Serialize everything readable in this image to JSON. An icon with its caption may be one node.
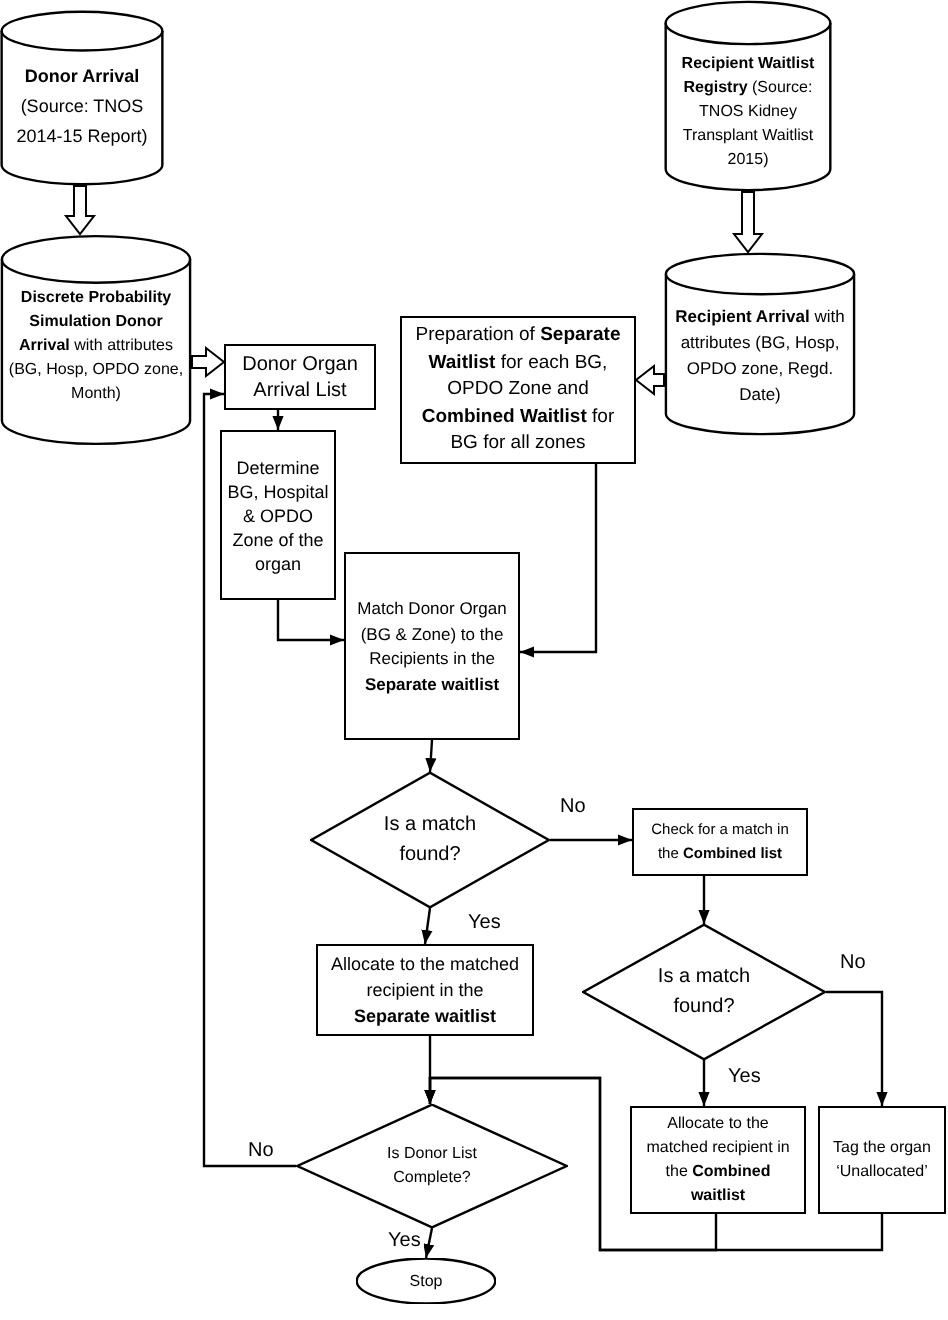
{
  "diagram": {
    "nodes": [
      {
        "text": [
          "**Donor Arrival** (Source: TNOS 2014-15 Report)"
        ]
      },
      {
        "text": [
          "**Discrete Probability Simulation Donor Arrival** with attributes (BG, Hosp, OPDO zone, Month)"
        ]
      },
      {
        "text": [
          "**Recipient Waitlist Registry** (Source: TNOS Kidney Transplant Waitlist 2015)"
        ]
      },
      {
        "text": [
          "**Recipient Arrival** with attributes (BG, Hosp, OPDO zone, Regd. Date)"
        ]
      },
      {
        "text": [
          "Preparation of **Separate Waitlist** for each BG, OPDO Zone and **Combined Waitlist** for BG for all zones"
        ]
      },
      {
        "text": [
          "Donor Organ Arrival List"
        ]
      },
      {
        "text": [
          "Determine BG, Hospital & OPDO Zone of the organ"
        ]
      },
      {
        "text": [
          "Match Donor Organ (BG & Zone) to the Recipients in the **Separate waitlist**"
        ]
      },
      {
        "text": [
          "Is a match found?"
        ]
      },
      {
        "text": [
          "Check for a match in the **Combined list**"
        ]
      },
      {
        "text": [
          "Allocate to the matched recipient in the **Separate waitlist**"
        ]
      },
      {
        "text": [
          "Is a match found?"
        ]
      },
      {
        "text": [
          "Allocate to the matched recipient in the **Combined waitlist**"
        ]
      },
      {
        "text": [
          "Tag the organ ‘Unallocated’"
        ]
      },
      {
        "text": [
          "Is Donor List Complete?"
        ]
      },
      {
        "text": [
          "Stop"
        ]
      }
    ],
    "edges": [
      {
        "from": 0,
        "to": 1,
        "arrow": "to",
        "style": "thick"
      },
      {
        "from": 2,
        "to": 3,
        "arrow": "to",
        "style": "thick"
      },
      {
        "from": 1,
        "to": 5,
        "arrow": "to",
        "style": "thick"
      },
      {
        "from": 3,
        "to": 4,
        "arrow": "to",
        "style": "thick"
      },
      {
        "from": 5,
        "to": 6,
        "arrow": "to"
      },
      {
        "from": 6,
        "to": 7,
        "arrow": "to"
      },
      {
        "from": 4,
        "to": 7,
        "arrow": "to"
      },
      {
        "from": 7,
        "to": 8,
        "arrow": "to"
      },
      {
        "from": 8,
        "to": 9,
        "arrow": "to",
        "label": "No"
      },
      {
        "from": 8,
        "to": 10,
        "arrow": "to",
        "label": "Yes"
      },
      {
        "from": 9,
        "to": 11,
        "arrow": "to"
      },
      {
        "from": 11,
        "to": 12,
        "arrow": "to",
        "label": "Yes"
      },
      {
        "from": 11,
        "to": 13,
        "arrow": "to",
        "label": "No"
      },
      {
        "from": 10,
        "to": 14,
        "arrow": "to"
      },
      {
        "from": 12,
        "to": 14,
        "arrow": "to"
      },
      {
        "from": 13,
        "to": 14,
        "arrow": "to"
      },
      {
        "from": 14,
        "to": 5,
        "arrow": "to",
        "label": "No"
      },
      {
        "from": 14,
        "to": 15,
        "arrow": "to",
        "label": "Yes"
      }
    ]
  }
}
